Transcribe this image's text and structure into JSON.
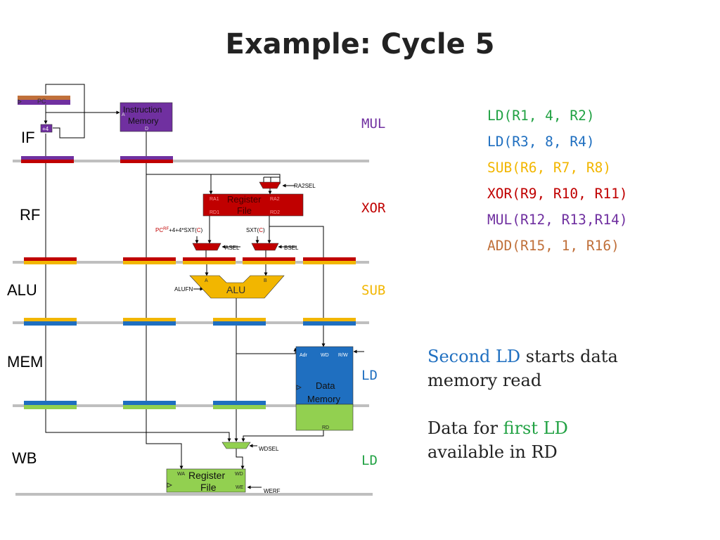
{
  "title": "Example: Cycle 5",
  "colors": {
    "green": "#22a244",
    "blue": "#1f6fc0",
    "yellow": "#f2b600",
    "red": "#c00000",
    "purple": "#7030a0",
    "orange": "#c0703a",
    "gray": "#bfbfbf"
  },
  "stages": [
    "IF",
    "RF",
    "ALU",
    "MEM",
    "WB"
  ],
  "stage_instructions": [
    {
      "text": "MUL",
      "color": "#7030a0"
    },
    {
      "text": "XOR",
      "color": "#c00000"
    },
    {
      "text": "SUB",
      "color": "#f2b600"
    },
    {
      "text": "LD",
      "color": "#1f6fc0"
    },
    {
      "text": "LD",
      "color": "#22a244"
    }
  ],
  "program": [
    {
      "text": "LD(R1, 4, R2)",
      "color": "#22a244"
    },
    {
      "text": "LD(R3, 8, R4)",
      "color": "#1f6fc0"
    },
    {
      "text": "SUB(R6, R7, R8)",
      "color": "#f2b600"
    },
    {
      "text": "XOR(R9, R10, R11)",
      "color": "#c00000"
    },
    {
      "text": "MUL(R12, R13,R14)",
      "color": "#7030a0"
    },
    {
      "text": "ADD(R15, 1, R16)",
      "color": "#c0703a"
    }
  ],
  "notes": {
    "second_ld": {
      "highlight": "Second LD",
      "rest": " starts data",
      "line2": "memory read"
    },
    "first_ld": {
      "line1_prefix": "Data for ",
      "highlight": "first LD",
      "line2": "available in RD"
    }
  },
  "labels": {
    "pc": "PC",
    "plus4": "+4",
    "imem_a": "A",
    "imem_line1": "Instruction",
    "imem_line2": "Memory",
    "imem_d": "D",
    "ra2sel": "RA2SEL",
    "rf_line1": "Register",
    "rf_line2": "File",
    "ra1": "RA1",
    "ra2": "RA2",
    "rd1": "RD1",
    "rd2": "RD2",
    "pc_rf": "PC",
    "pc_rf_sup": "RF",
    "pc_rf_rest": "+4+4*SXT(",
    "c": "C",
    "close_paren": ")",
    "sxt": "SXT(",
    "asel": "ASEL",
    "bsel": "BSEL",
    "alu_a": "A",
    "alu_b": "B",
    "alufn": "ALUFN",
    "alu": "ALU",
    "dmem_adr": "Adr",
    "dmem_wd": "WD",
    "dmem_rw": "R/W",
    "dmem_line1": "Data",
    "dmem_line2": "Memory",
    "dmem_rd": "RD",
    "wdsel": "WDSEL",
    "wb_wa": "WA",
    "wb_wd": "WD",
    "wb_we": "WE",
    "wb_line1": "Register",
    "wb_line2": "File",
    "werf": "WERF"
  }
}
